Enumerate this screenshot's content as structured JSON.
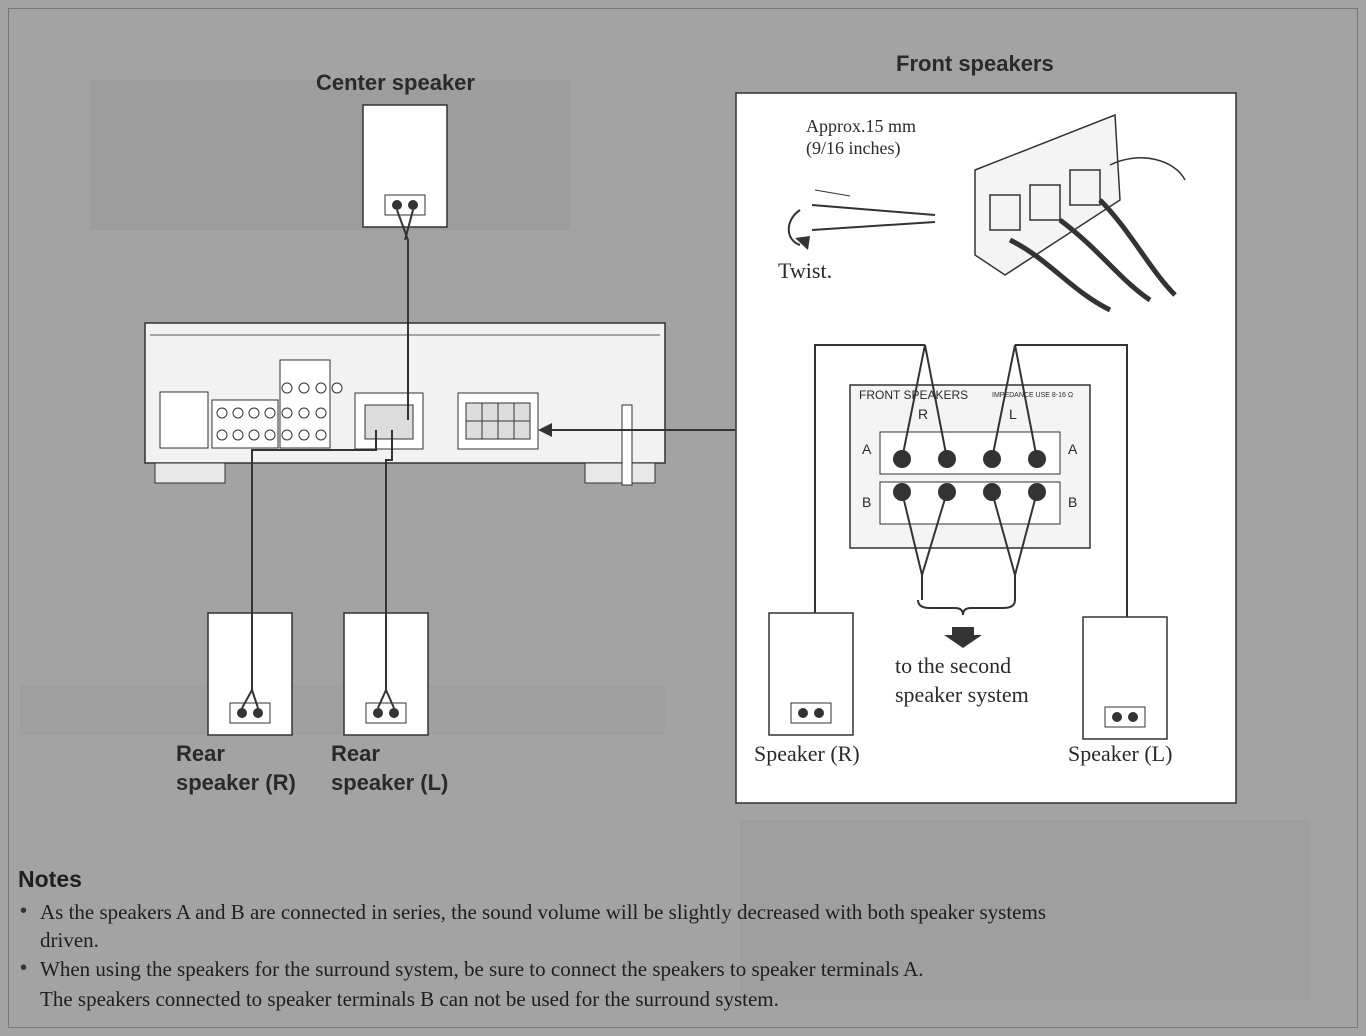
{
  "labels": {
    "center_speaker": "Center speaker",
    "front_speakers": "Front speakers",
    "rear_speaker_r_line1": "Rear",
    "rear_speaker_r_line2": "speaker (R)",
    "rear_speaker_l_line1": "Rear",
    "rear_speaker_l_line2": "speaker (L)",
    "approx_line1": "Approx.15 mm",
    "approx_line2": "(9/16 inches)",
    "twist": "Twist.",
    "terminal_title": "FRONT SPEAKERS",
    "terminal_impedance": "IMPEDANCE USE 8-16 Ω",
    "terminal_r": "R",
    "terminal_l": "L",
    "row_a": "A",
    "row_b": "B",
    "second_system_line1": "to the second",
    "second_system_line2": "speaker system",
    "speaker_r": "Speaker (R)",
    "speaker_l": "Speaker (L)"
  },
  "notes": {
    "title": "Notes",
    "items": [
      {
        "line1": "As the speakers A and B are connected in series, the sound volume will be slightly decreased with both speaker systems",
        "line2": "driven."
      },
      {
        "line1": "When using the speakers for the surround system, be sure to connect the speakers to speaker terminals A.",
        "line2": "The speakers connected to speaker terminals B can not be used for the surround system."
      }
    ]
  },
  "colors": {
    "background": "#a3a3a3",
    "panel": "#ffffff",
    "wire": "#3a3a3a"
  }
}
